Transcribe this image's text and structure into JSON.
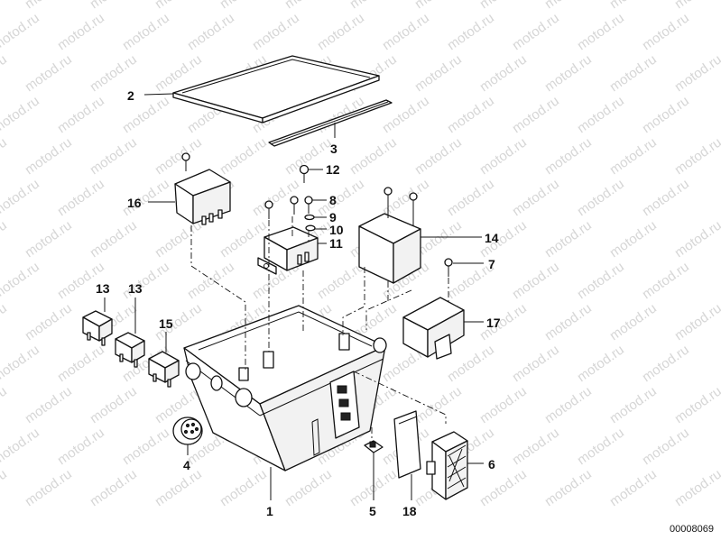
{
  "watermark": "motod.ru",
  "drawing_number": "00008069",
  "callouts": {
    "c1": "1",
    "c2": "2",
    "c3": "3",
    "c4": "4",
    "c5": "5",
    "c6": "6",
    "c7": "7",
    "c8": "8",
    "c9": "9",
    "c10": "10",
    "c11": "11",
    "c12": "12",
    "c13a": "13",
    "c13b": "13",
    "c14": "14",
    "c15": "15",
    "c16": "16",
    "c17": "17",
    "c18": "18"
  }
}
